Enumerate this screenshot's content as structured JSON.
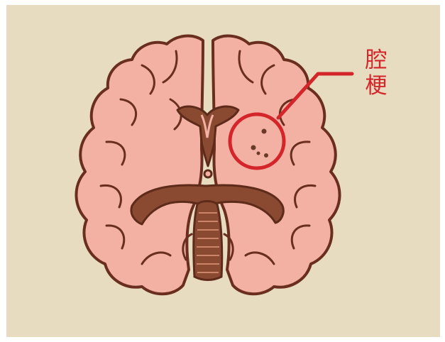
{
  "label": {
    "text": "腔梗",
    "char1": "腔",
    "char2": "梗"
  },
  "colors": {
    "background": "#e7dcc0",
    "brain_fill": "#f3b1a3",
    "outline": "#6a2e1e",
    "ventricle": "#8a4a32",
    "ventricle_dark": "#5e2a1a",
    "annotation": "#d4252a",
    "lesion": "#6a3a28"
  },
  "icons": [
    "brain-illustration",
    "annotation-circle",
    "leader-line"
  ]
}
